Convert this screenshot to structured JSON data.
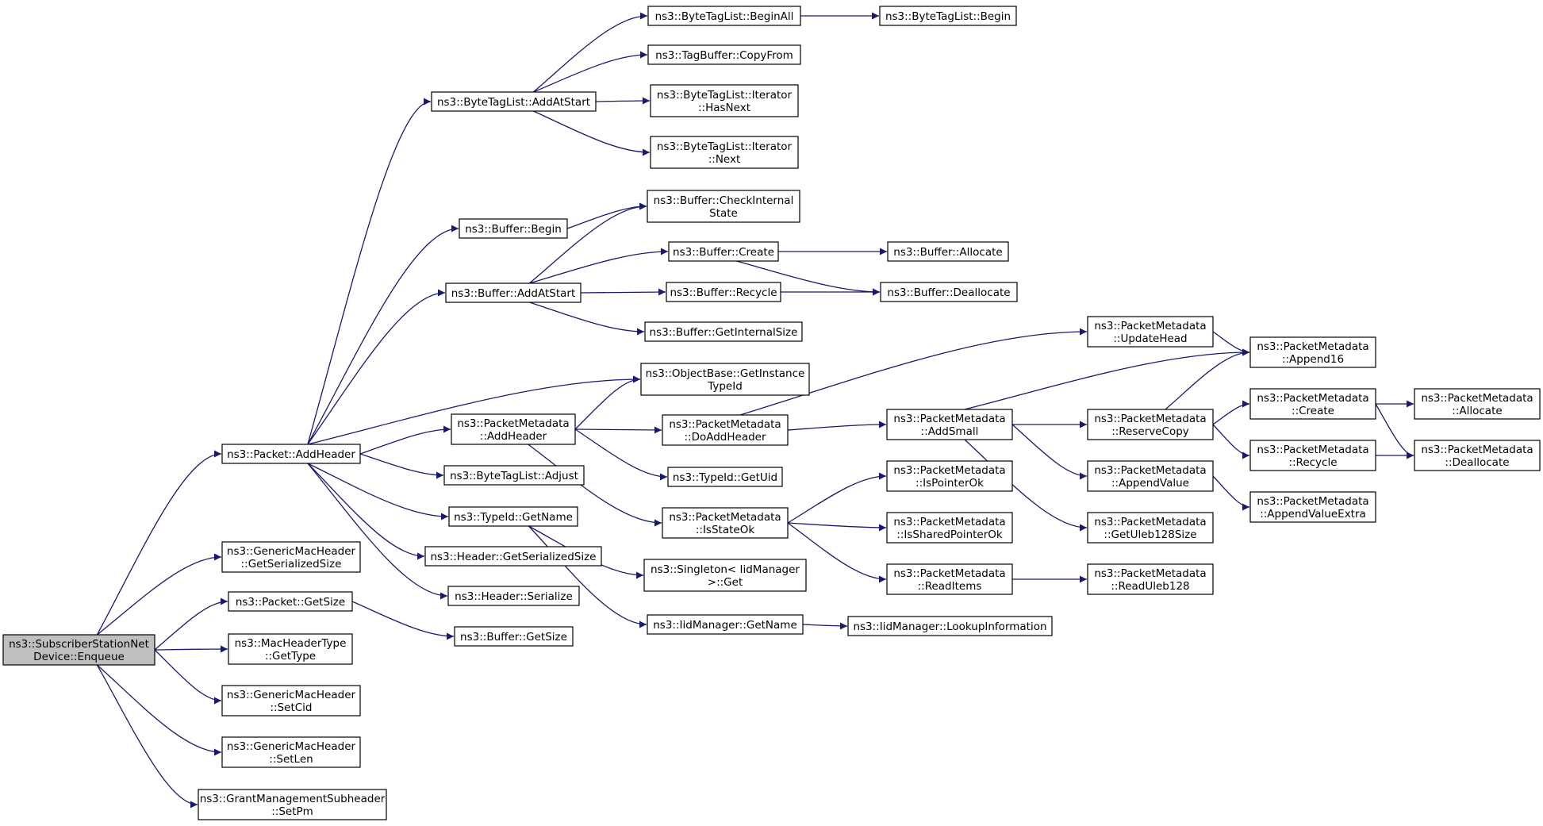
{
  "nodes": {
    "enqueue": [
      "ns3::SubscriberStationNet",
      "Device::Enqueue"
    ],
    "pkt_addheader": [
      "ns3::Packet::AddHeader"
    ],
    "gmh_getser": [
      "ns3::GenericMacHeader",
      "::GetSerializedSize"
    ],
    "pkt_getsize": [
      "ns3::Packet::GetSize"
    ],
    "mht_gettype": [
      "ns3::MacHeaderType",
      "::GetType"
    ],
    "gmh_setcid": [
      "ns3::GenericMacHeader",
      "::SetCid"
    ],
    "gmh_setlen": [
      "ns3::GenericMacHeader",
      "::SetLen"
    ],
    "gms_setpm": [
      "ns3::GrantManagementSubheader",
      "::SetPm"
    ],
    "btl_addatstart": [
      "ns3::ByteTagList::AddAtStart"
    ],
    "buf_begin": [
      "ns3::Buffer::Begin"
    ],
    "buf_addatstart": [
      "ns3::Buffer::AddAtStart"
    ],
    "pm_addheader": [
      "ns3::PacketMetadata",
      "::AddHeader"
    ],
    "btl_adjust": [
      "ns3::ByteTagList::Adjust"
    ],
    "tid_getname": [
      "ns3::TypeId::GetName"
    ],
    "hdr_getser": [
      "ns3::Header::GetSerializedSize"
    ],
    "hdr_serialize": [
      "ns3::Header::Serialize"
    ],
    "buf_getsize": [
      "ns3::Buffer::GetSize"
    ],
    "btl_beginall": [
      "ns3::ByteTagList::BeginAll"
    ],
    "tb_copyfrom": [
      "ns3::TagBuffer::CopyFrom"
    ],
    "btl_it_hasnext": [
      "ns3::ByteTagList::Iterator",
      "::HasNext"
    ],
    "btl_it_next": [
      "ns3::ByteTagList::Iterator",
      "::Next"
    ],
    "btl_begin": [
      "ns3::ByteTagList::Begin"
    ],
    "buf_checkinternal": [
      "ns3::Buffer::CheckInternal",
      "State"
    ],
    "buf_create": [
      "ns3::Buffer::Create"
    ],
    "buf_recycle": [
      "ns3::Buffer::Recycle"
    ],
    "buf_getinternalsize": [
      "ns3::Buffer::GetInternalSize"
    ],
    "buf_allocate": [
      "ns3::Buffer::Allocate"
    ],
    "buf_deallocate": [
      "ns3::Buffer::Deallocate"
    ],
    "ob_getinstance": [
      "ns3::ObjectBase::GetInstance",
      "TypeId"
    ],
    "pm_doaddheader": [
      "ns3::PacketMetadata",
      "::DoAddHeader"
    ],
    "tid_getuid": [
      "ns3::TypeId::GetUid"
    ],
    "pm_isstateok": [
      "ns3::PacketMetadata",
      "::IsStateOk"
    ],
    "singleton_get": [
      "ns3::Singleton< IidManager",
      ">::Get"
    ],
    "iid_getname": [
      "ns3::IidManager::GetName"
    ],
    "iid_lookup": [
      "ns3::IidManager::LookupInformation"
    ],
    "pm_updatehead": [
      "ns3::PacketMetadata",
      "::UpdateHead"
    ],
    "pm_addsmall": [
      "ns3::PacketMetadata",
      "::AddSmall"
    ],
    "pm_ispointerok": [
      "ns3::PacketMetadata",
      "::IsPointerOk"
    ],
    "pm_issharedpointerok": [
      "ns3::PacketMetadata",
      "::IsSharedPointerOk"
    ],
    "pm_readitems": [
      "ns3::PacketMetadata",
      "::ReadItems"
    ],
    "pm_append16": [
      "ns3::PacketMetadata",
      "::Append16"
    ],
    "pm_reservecopy": [
      "ns3::PacketMetadata",
      "::ReserveCopy"
    ],
    "pm_appendvalue": [
      "ns3::PacketMetadata",
      "::AppendValue"
    ],
    "pm_getuleb128size": [
      "ns3::PacketMetadata",
      "::GetUleb128Size"
    ],
    "pm_readuleb128": [
      "ns3::PacketMetadata",
      "::ReadUleb128"
    ],
    "pm_create": [
      "ns3::PacketMetadata",
      "::Create"
    ],
    "pm_recycle": [
      "ns3::PacketMetadata",
      "::Recycle"
    ],
    "pm_appendvalueextra": [
      "ns3::PacketMetadata",
      "::AppendValueExtra"
    ],
    "pm_allocate": [
      "ns3::PacketMetadata",
      "::Allocate"
    ],
    "pm_deallocate": [
      "ns3::PacketMetadata",
      "::Deallocate"
    ]
  },
  "edges": [
    [
      "enqueue",
      "pkt_addheader"
    ],
    [
      "enqueue",
      "gmh_getser"
    ],
    [
      "enqueue",
      "pkt_getsize"
    ],
    [
      "enqueue",
      "mht_gettype"
    ],
    [
      "enqueue",
      "gmh_setcid"
    ],
    [
      "enqueue",
      "gmh_setlen"
    ],
    [
      "enqueue",
      "gms_setpm"
    ],
    [
      "pkt_addheader",
      "btl_addatstart"
    ],
    [
      "pkt_addheader",
      "buf_begin"
    ],
    [
      "pkt_addheader",
      "buf_addatstart"
    ],
    [
      "pkt_addheader",
      "ob_getinstance"
    ],
    [
      "pkt_addheader",
      "pm_addheader"
    ],
    [
      "pkt_addheader",
      "btl_adjust"
    ],
    [
      "pkt_addheader",
      "tid_getname"
    ],
    [
      "pkt_addheader",
      "hdr_getser"
    ],
    [
      "pkt_addheader",
      "hdr_serialize"
    ],
    [
      "pkt_getsize",
      "buf_getsize"
    ],
    [
      "btl_addatstart",
      "btl_beginall"
    ],
    [
      "btl_addatstart",
      "tb_copyfrom"
    ],
    [
      "btl_addatstart",
      "btl_it_hasnext"
    ],
    [
      "btl_addatstart",
      "btl_it_next"
    ],
    [
      "btl_beginall",
      "btl_begin"
    ],
    [
      "buf_begin",
      "buf_checkinternal"
    ],
    [
      "buf_addatstart",
      "buf_checkinternal"
    ],
    [
      "buf_addatstart",
      "buf_create"
    ],
    [
      "buf_addatstart",
      "buf_recycle"
    ],
    [
      "buf_addatstart",
      "buf_getinternalsize"
    ],
    [
      "buf_create",
      "buf_allocate"
    ],
    [
      "buf_create",
      "buf_deallocate"
    ],
    [
      "buf_recycle",
      "buf_deallocate"
    ],
    [
      "pm_addheader",
      "ob_getinstance"
    ],
    [
      "pm_addheader",
      "pm_doaddheader"
    ],
    [
      "pm_addheader",
      "tid_getuid"
    ],
    [
      "pm_addheader",
      "pm_isstateok"
    ],
    [
      "tid_getname",
      "singleton_get"
    ],
    [
      "tid_getname",
      "iid_getname"
    ],
    [
      "iid_getname",
      "iid_lookup"
    ],
    [
      "pm_doaddheader",
      "pm_updatehead"
    ],
    [
      "pm_doaddheader",
      "pm_addsmall"
    ],
    [
      "pm_isstateok",
      "pm_ispointerok"
    ],
    [
      "pm_isstateok",
      "pm_issharedpointerok"
    ],
    [
      "pm_isstateok",
      "pm_readitems"
    ],
    [
      "pm_readitems",
      "pm_readuleb128"
    ],
    [
      "pm_updatehead",
      "pm_append16"
    ],
    [
      "pm_addsmall",
      "pm_append16"
    ],
    [
      "pm_addsmall",
      "pm_reservecopy"
    ],
    [
      "pm_addsmall",
      "pm_appendvalue"
    ],
    [
      "pm_addsmall",
      "pm_getuleb128size"
    ],
    [
      "pm_reservecopy",
      "pm_append16"
    ],
    [
      "pm_reservecopy",
      "pm_create"
    ],
    [
      "pm_reservecopy",
      "pm_recycle"
    ],
    [
      "pm_appendvalue",
      "pm_appendvalueextra"
    ],
    [
      "pm_create",
      "pm_allocate"
    ],
    [
      "pm_create",
      "pm_deallocate"
    ],
    [
      "pm_recycle",
      "pm_deallocate"
    ]
  ]
}
